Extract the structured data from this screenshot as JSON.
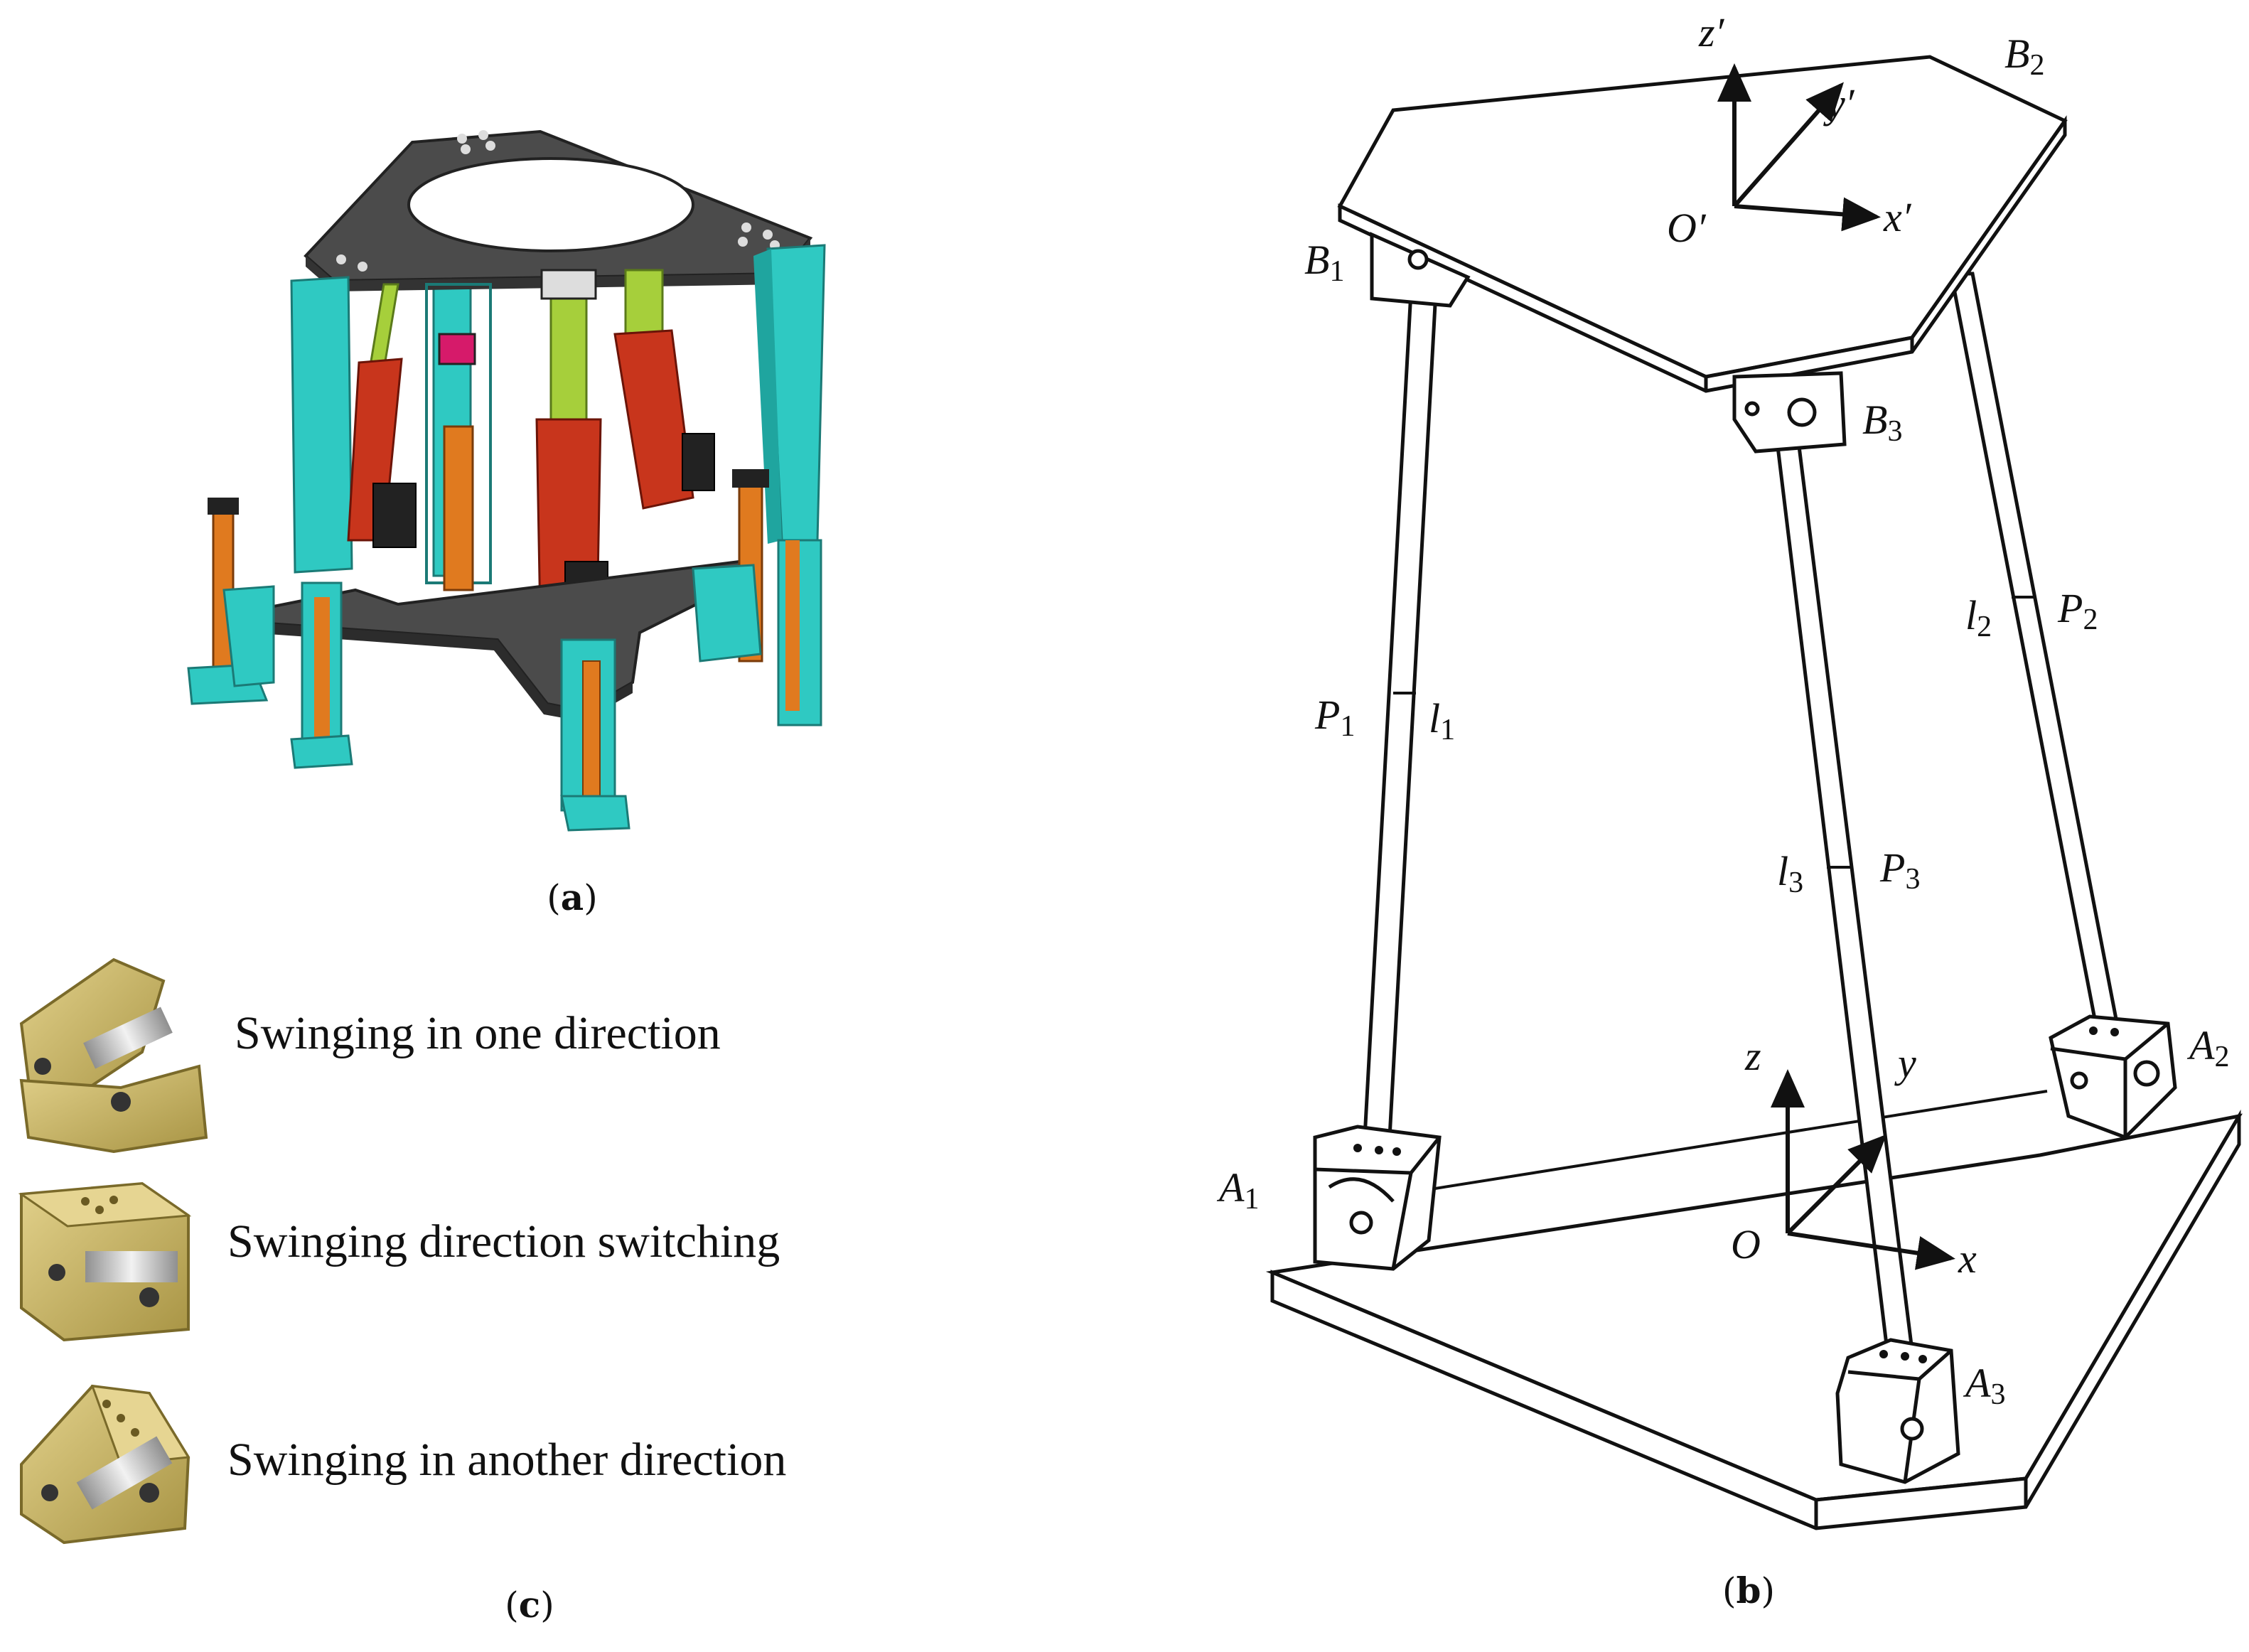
{
  "captions": {
    "a": "a",
    "b": "b",
    "c": "c"
  },
  "joint_states": [
    {
      "label": "Swinging in one direction"
    },
    {
      "label": "Swinging direction switching"
    },
    {
      "label": "Swinging in another direction"
    }
  ],
  "diagram_labels": {
    "B1": {
      "main": "B",
      "sub": "1"
    },
    "B2": {
      "main": "B",
      "sub": "2"
    },
    "B3": {
      "main": "B",
      "sub": "3"
    },
    "A1": {
      "main": "A",
      "sub": "1"
    },
    "A2": {
      "main": "A",
      "sub": "2"
    },
    "A3": {
      "main": "A",
      "sub": "3"
    },
    "P1": {
      "main": "P",
      "sub": "1"
    },
    "P2": {
      "main": "P",
      "sub": "2"
    },
    "P3": {
      "main": "P",
      "sub": "3"
    },
    "l1": {
      "main": "l",
      "sub": "1"
    },
    "l2": {
      "main": "l",
      "sub": "2"
    },
    "l3": {
      "main": "l",
      "sub": "3"
    },
    "O_top": "O′",
    "x_top": "x′",
    "y_top": "y′",
    "z_top": "z′",
    "O": "O",
    "x": "x",
    "y": "y",
    "z": "z"
  },
  "colors": {
    "cyan": "#2fc9c2",
    "orange": "#e07a1f",
    "red": "#c8351c",
    "green": "#a6cf3b",
    "plate": "#4b4b4b",
    "gold": "#c8b46a"
  }
}
